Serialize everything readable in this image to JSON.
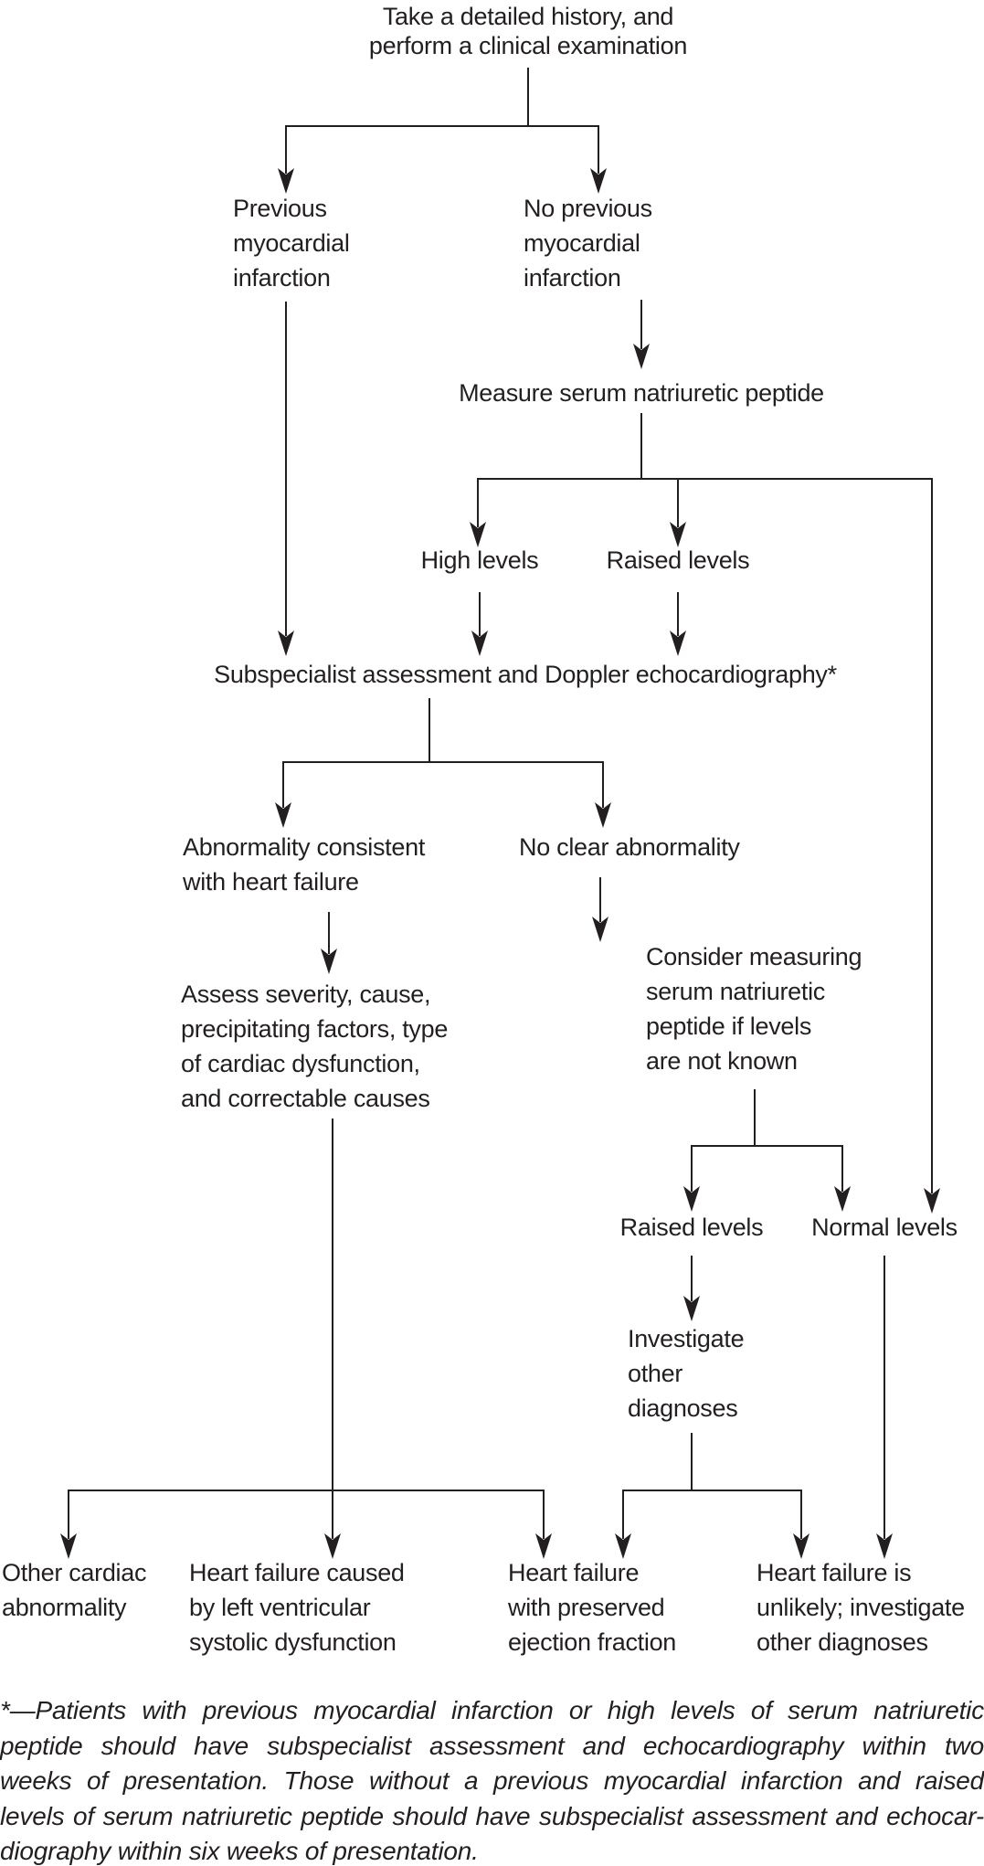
{
  "colors": {
    "text": "#231f20",
    "line": "#231f20",
    "background": "#ffffff"
  },
  "flowchart": {
    "nodes": {
      "take_history": {
        "label": "Take a detailed history, and\nperform a clinical examination"
      },
      "previous_mi": {
        "label": "Previous\nmyocardial\ninfarction"
      },
      "no_previous_mi": {
        "label": "No previous\nmyocardial\ninfarction"
      },
      "measure_peptide": {
        "label": "Measure serum natriuretic peptide"
      },
      "high_levels": {
        "label": "High levels"
      },
      "raised_levels": {
        "label": "Raised levels"
      },
      "subspecialist": {
        "label": "Subspecialist assessment and Doppler echocardiography*"
      },
      "abnormality_consistent": {
        "label": "Abnormality consistent\nwith heart failure"
      },
      "no_clear_abnormality": {
        "label": "No clear abnormality"
      },
      "assess_severity": {
        "label": "Assess severity, cause,\nprecipitating factors, type\nof cardiac dysfunction,\nand correctable causes"
      },
      "consider_measuring": {
        "label": "Consider measuring\nserum natriuretic\npeptide if levels\nare not known"
      },
      "raised_levels_2": {
        "label": "Raised levels"
      },
      "normal_levels": {
        "label": "Normal levels"
      },
      "investigate_other": {
        "label": "Investigate\nother\ndiagnoses"
      },
      "other_cardiac": {
        "label": "Other cardiac\nabnormality"
      },
      "hf_lv_systolic": {
        "label": "Heart failure caused\nby left ventricular\nsystolic dysfunction"
      },
      "hf_preserved": {
        "label": "Heart failure\nwith preserved\nejection fraction"
      },
      "hf_unlikely": {
        "label": "Heart failure is\nunlikely; investigate\nother diagnoses"
      }
    }
  },
  "footnote": {
    "lines": [
      "*—Patients with previous myocardial infarction or high levels of serum natriuretic",
      "peptide should have subspecialist assessment and echocardiography within two",
      "weeks of presentation. Those without a previous myocardial infarction and raised",
      "levels of serum natriuretic peptide should have subspecialist assessment and echocar-",
      "diography within six weeks of presentation."
    ]
  }
}
